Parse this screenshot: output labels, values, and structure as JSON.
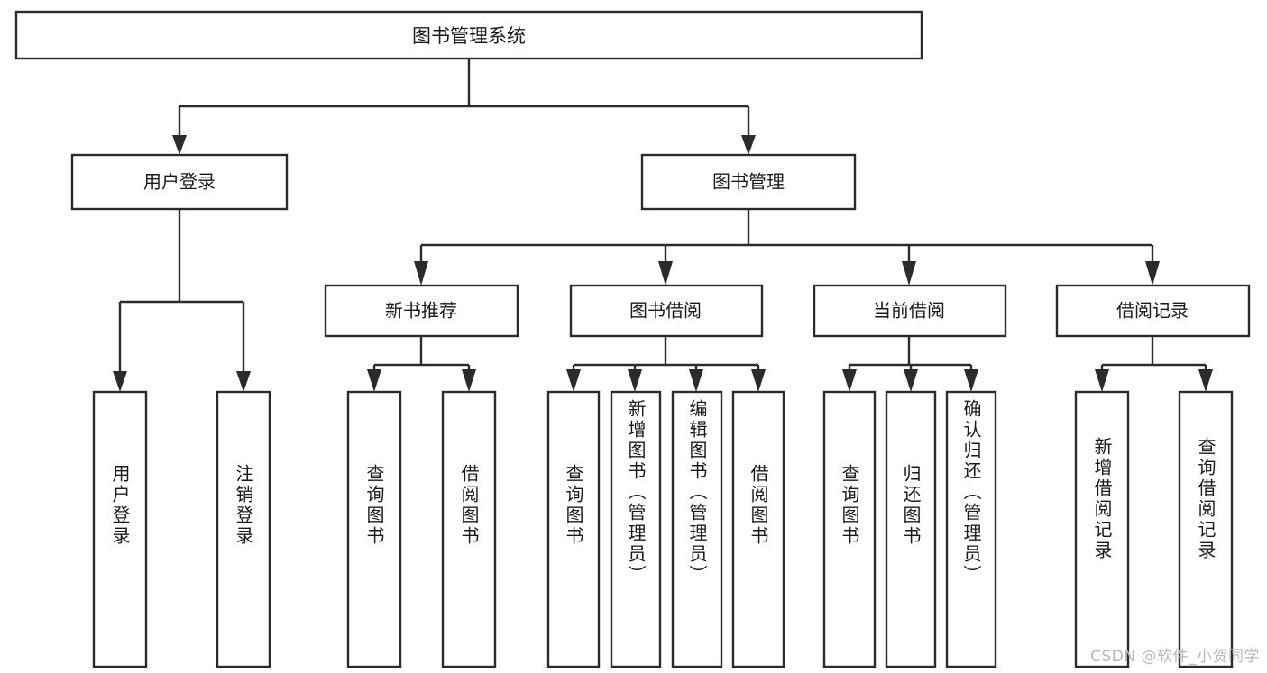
{
  "diagram": {
    "type": "tree",
    "title": "图书管理系统",
    "orientation": "top-down",
    "watermark": "CSDN @软件_小贺同学",
    "colors": {
      "background": "#ffffff",
      "box_fill": "#ffffff",
      "box_stroke": "#2b2b2b",
      "text": "#1a1a1a",
      "watermark": "#b9b9b9"
    },
    "nodes": {
      "root": {
        "label": "图书管理系统",
        "level": 1
      },
      "user_login": {
        "label": "用户登录",
        "level": 2
      },
      "book_manage": {
        "label": "图书管理",
        "level": 2
      },
      "new_book_rec": {
        "label": "新书推荐",
        "level": 3
      },
      "book_borrow": {
        "label": "图书借阅",
        "level": 3
      },
      "current_borrow": {
        "label": "当前借阅",
        "level": 3
      },
      "borrow_record": {
        "label": "借阅记录",
        "level": 3
      },
      "leaf_user_login": {
        "label": "用户登录",
        "level": 4
      },
      "leaf_logout": {
        "label": "注销登录",
        "level": 4
      },
      "leaf_query_book_1": {
        "label": "查询图书",
        "level": 4
      },
      "leaf_borrow_book_1": {
        "label": "借阅图书",
        "level": 4
      },
      "leaf_query_book_2": {
        "label": "查询图书",
        "level": 4
      },
      "leaf_add_book": {
        "label": "新增图书（管理员）",
        "level": 4
      },
      "leaf_edit_book": {
        "label": "编辑图书（管理员）",
        "level": 4
      },
      "leaf_borrow_book_2": {
        "label": "借阅图书",
        "level": 4
      },
      "leaf_query_book_3": {
        "label": "查询图书",
        "level": 4
      },
      "leaf_return_book": {
        "label": "归还图书",
        "level": 4
      },
      "leaf_confirm_return": {
        "label": "确认归还（管理员）",
        "level": 4
      },
      "leaf_add_record": {
        "label": "新增借阅记录",
        "level": 4
      },
      "leaf_query_record": {
        "label": "查询借阅记录",
        "level": 4
      }
    },
    "edges": [
      {
        "from": "root",
        "to": "user_login"
      },
      {
        "from": "root",
        "to": "book_manage"
      },
      {
        "from": "user_login",
        "to": "leaf_user_login"
      },
      {
        "from": "user_login",
        "to": "leaf_logout"
      },
      {
        "from": "book_manage",
        "to": "new_book_rec"
      },
      {
        "from": "book_manage",
        "to": "book_borrow"
      },
      {
        "from": "book_manage",
        "to": "current_borrow"
      },
      {
        "from": "book_manage",
        "to": "borrow_record"
      },
      {
        "from": "new_book_rec",
        "to": "leaf_query_book_1"
      },
      {
        "from": "new_book_rec",
        "to": "leaf_borrow_book_1"
      },
      {
        "from": "book_borrow",
        "to": "leaf_query_book_2"
      },
      {
        "from": "book_borrow",
        "to": "leaf_add_book"
      },
      {
        "from": "book_borrow",
        "to": "leaf_edit_book"
      },
      {
        "from": "book_borrow",
        "to": "leaf_borrow_book_2"
      },
      {
        "from": "current_borrow",
        "to": "leaf_query_book_3"
      },
      {
        "from": "current_borrow",
        "to": "leaf_return_book"
      },
      {
        "from": "current_borrow",
        "to": "leaf_confirm_return"
      },
      {
        "from": "borrow_record",
        "to": "leaf_add_record"
      },
      {
        "from": "borrow_record",
        "to": "leaf_query_record"
      }
    ]
  }
}
